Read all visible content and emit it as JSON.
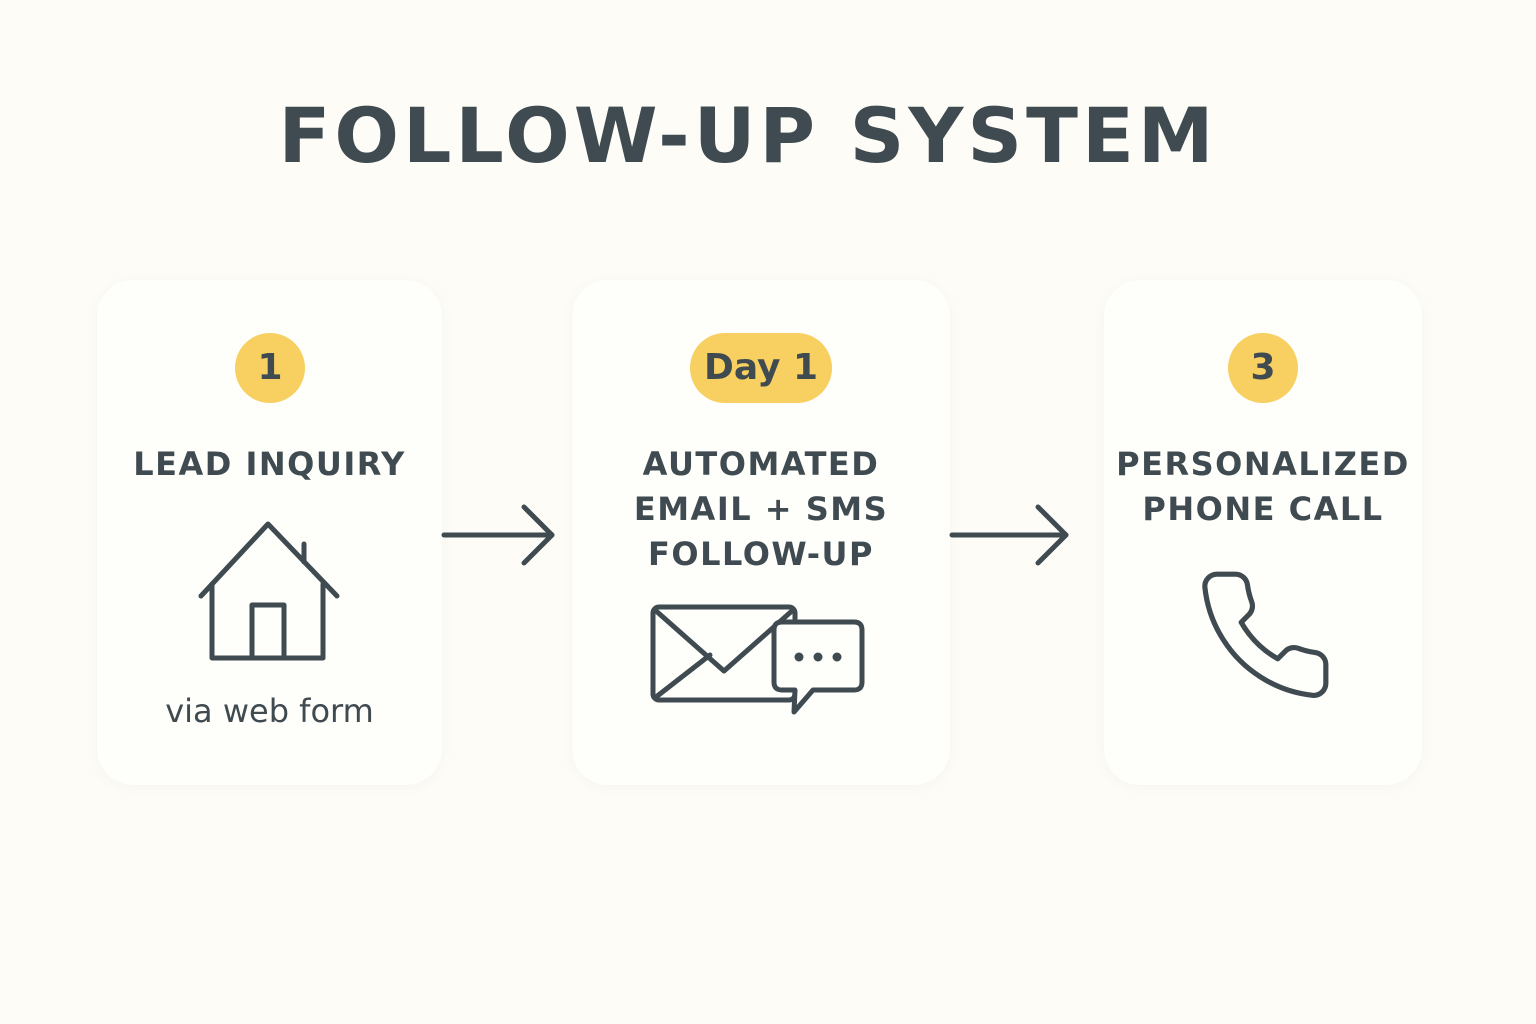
{
  "title": "FOLLOW-UP SYSTEM",
  "steps": [
    {
      "badge": "1",
      "title_lines": [
        "LEAD INQUIRY"
      ],
      "icon": "house-icon",
      "caption": "via web form"
    },
    {
      "badge": "Day 1",
      "title_lines": [
        "AUTOMATED",
        "EMAIL + SMS",
        "FOLLOW-UP"
      ],
      "icon": "email-and-chat-icon"
    },
    {
      "badge": "3",
      "title_lines": [
        "PERSONALIZED",
        "PHONE CALL"
      ],
      "icon": "phone-icon"
    }
  ],
  "colors": {
    "background": "#fdfcf7",
    "card": "#fefefb",
    "text": "#3f4b50",
    "badge": "#f7d061"
  }
}
